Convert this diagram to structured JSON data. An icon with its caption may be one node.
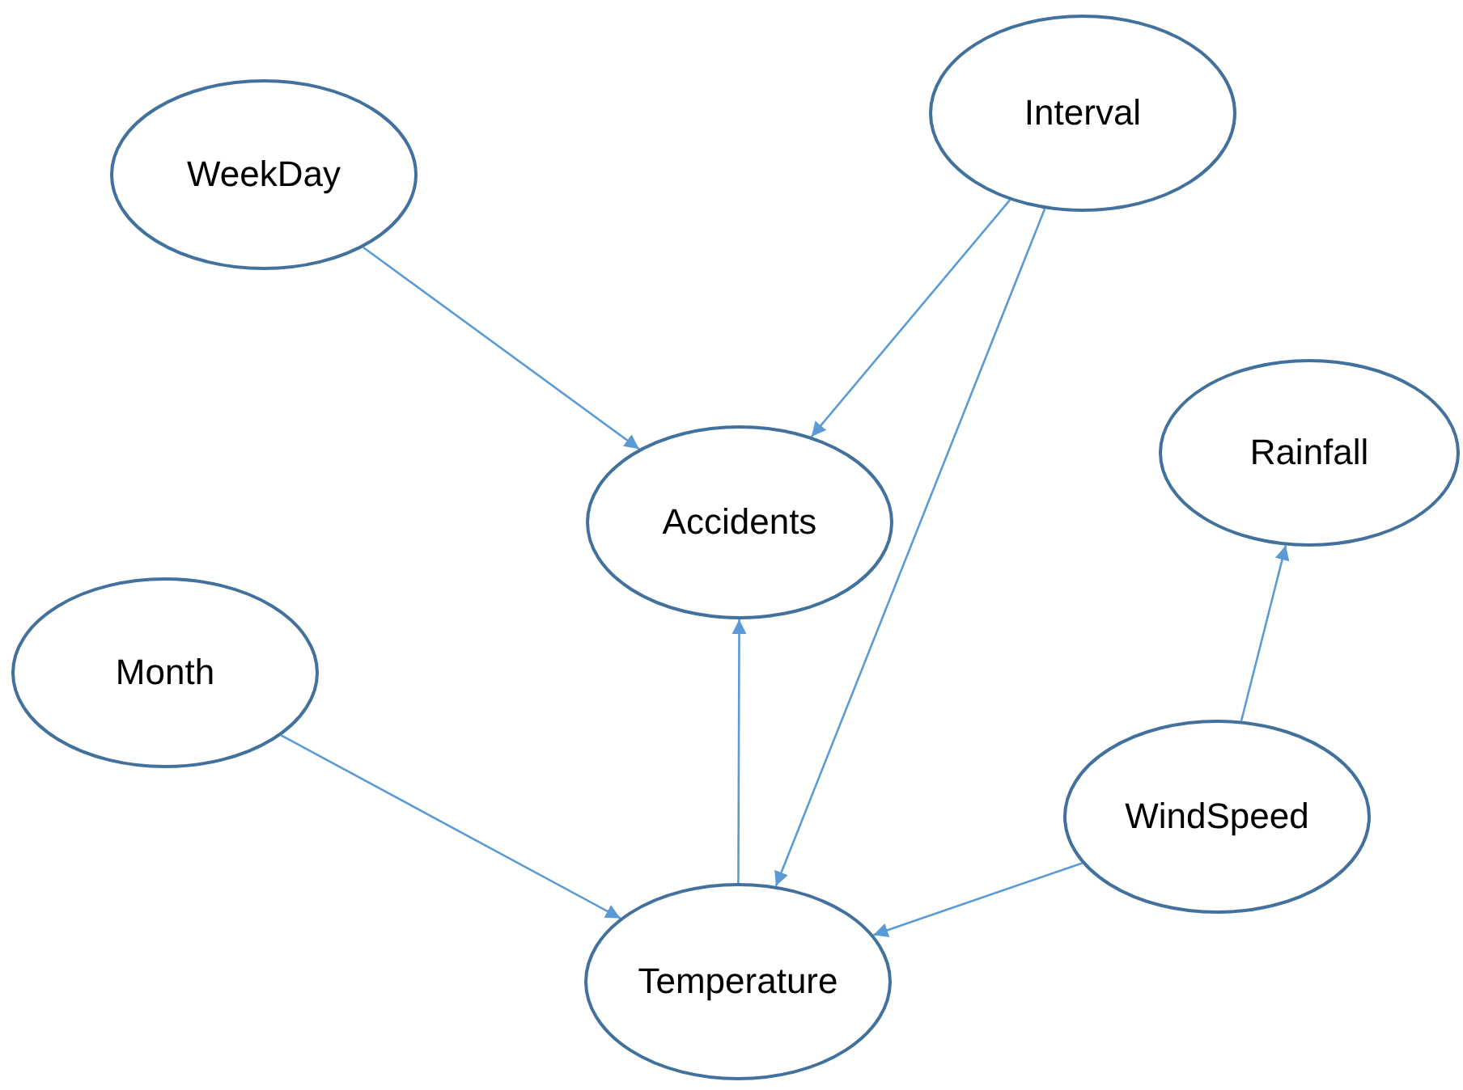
{
  "diagram": {
    "nodes": [
      {
        "text": [
          "WeekDay"
        ]
      },
      {
        "text": [
          "Interval"
        ]
      },
      {
        "text": [
          "Rainfall"
        ]
      },
      {
        "text": [
          "Accidents"
        ]
      },
      {
        "text": [
          "Month"
        ]
      },
      {
        "text": [
          "WindSpeed"
        ]
      },
      {
        "text": [
          "Temperature"
        ]
      }
    ],
    "edges": [
      {
        "from": 0,
        "to": 3,
        "arrow": "to"
      },
      {
        "from": 1,
        "to": 3,
        "arrow": "to"
      },
      {
        "from": 1,
        "to": 6,
        "arrow": "to"
      },
      {
        "from": 6,
        "to": 3,
        "arrow": "to"
      },
      {
        "from": 4,
        "to": 6,
        "arrow": "to"
      },
      {
        "from": 5,
        "to": 6,
        "arrow": "to"
      },
      {
        "from": 5,
        "to": 2,
        "arrow": "to"
      }
    ]
  }
}
